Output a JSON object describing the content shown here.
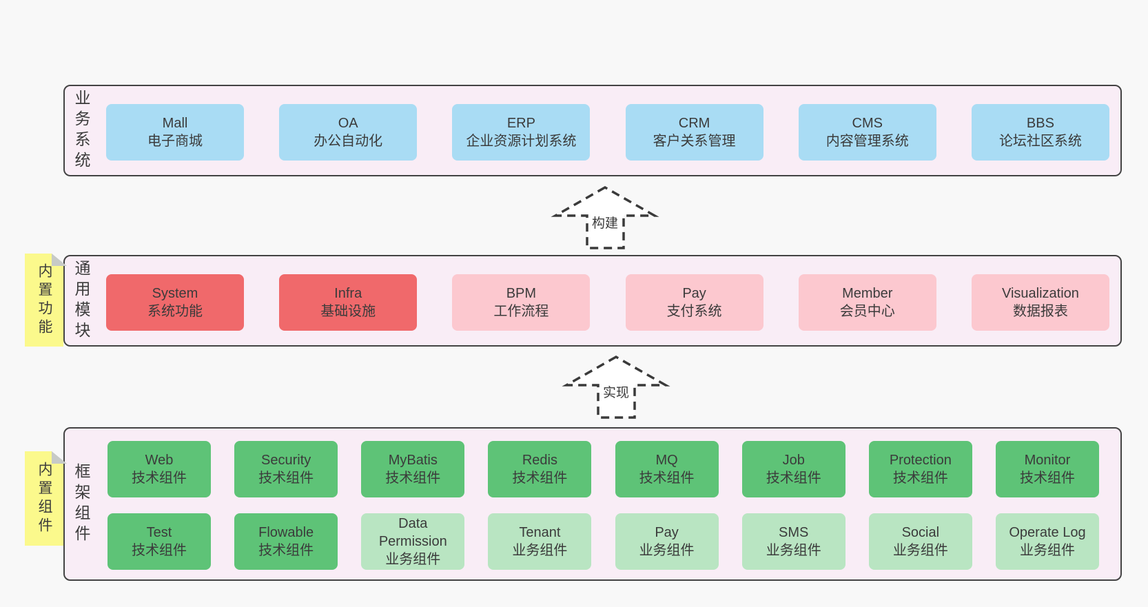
{
  "colors": {
    "page_bg": "#f8f8f8",
    "panel_bg": "#f9edf6",
    "panel_border": "#434343",
    "box_blue": "#a9dcf4",
    "box_red": "#f0696b",
    "box_pink": "#fcc8cf",
    "box_green": "#5ec377",
    "box_light_green": "#b9e5c2",
    "sticky_yellow": "#fbf98c",
    "sticky_fold_gray": "#c7cac7",
    "text": "#3b3b3b"
  },
  "arrows": [
    {
      "label": "构建"
    },
    {
      "label": "实现"
    }
  ],
  "layers": [
    {
      "label": "业务系统",
      "boxes": [
        {
          "title": "Mall",
          "subtitle": "电子商城"
        },
        {
          "title": "OA",
          "subtitle": "办公自动化"
        },
        {
          "title": "ERP",
          "subtitle": "企业资源计划系统"
        },
        {
          "title": "CRM",
          "subtitle": "客户关系管理"
        },
        {
          "title": "CMS",
          "subtitle": "内容管理系统"
        },
        {
          "title": "BBS",
          "subtitle": "论坛社区系统"
        }
      ]
    },
    {
      "label": "通用模块",
      "sticky": "内置功能",
      "boxes": [
        {
          "title": "System",
          "subtitle": "系统功能"
        },
        {
          "title": "Infra",
          "subtitle": "基础设施"
        },
        {
          "title": "BPM",
          "subtitle": "工作流程"
        },
        {
          "title": "Pay",
          "subtitle": "支付系统"
        },
        {
          "title": "Member",
          "subtitle": "会员中心"
        },
        {
          "title": "Visualization",
          "subtitle": "数据报表"
        }
      ]
    },
    {
      "label": "框架组件",
      "sticky": "内置组件",
      "rows": [
        [
          {
            "title": "Web",
            "subtitle": "技术组件"
          },
          {
            "title": "Security",
            "subtitle": "技术组件"
          },
          {
            "title": "MyBatis",
            "subtitle": "技术组件"
          },
          {
            "title": "Redis",
            "subtitle": "技术组件"
          },
          {
            "title": "MQ",
            "subtitle": "技术组件"
          },
          {
            "title": "Job",
            "subtitle": "技术组件"
          },
          {
            "title": "Protection",
            "subtitle": "技术组件"
          },
          {
            "title": "Monitor",
            "subtitle": "技术组件"
          }
        ],
        [
          {
            "title": "Test",
            "subtitle": "技术组件"
          },
          {
            "title": "Flowable",
            "subtitle": "技术组件"
          },
          {
            "title": "Data Permission",
            "subtitle": "业务组件"
          },
          {
            "title": "Tenant",
            "subtitle": "业务组件"
          },
          {
            "title": "Pay",
            "subtitle": "业务组件"
          },
          {
            "title": "SMS",
            "subtitle": "业务组件"
          },
          {
            "title": "Social",
            "subtitle": "业务组件"
          },
          {
            "title": "Operate Log",
            "subtitle": "业务组件"
          }
        ]
      ]
    }
  ]
}
